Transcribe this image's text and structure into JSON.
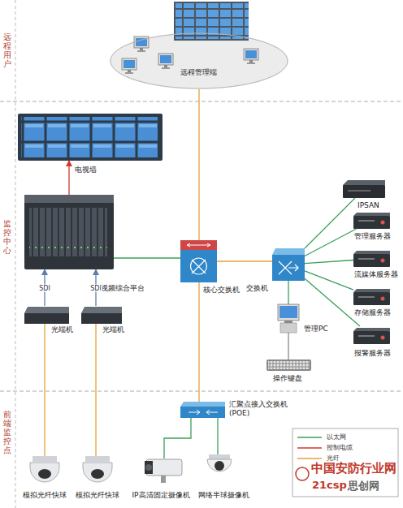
{
  "diagram": {
    "nodes": [
      {
        "text": [
          "远程管理端"
        ]
      },
      {
        "text": [
          "电视墙"
        ]
      },
      {
        "text": [
          "视频综合平台"
        ]
      },
      {
        "text": [
          "光端机"
        ]
      },
      {
        "text": [
          "光端机"
        ]
      },
      {
        "text": [
          "核心交换机"
        ]
      },
      {
        "text": [
          "交换机"
        ]
      },
      {
        "text": [
          "IPSAN"
        ]
      },
      {
        "text": [
          "管理服务器"
        ]
      },
      {
        "text": [
          "流媒体服务器"
        ]
      },
      {
        "text": [
          "存储服务器"
        ]
      },
      {
        "text": [
          "报警服务器"
        ]
      },
      {
        "text": [
          "管理PC"
        ]
      },
      {
        "text": [
          "操作键盘"
        ]
      },
      {
        "text": [
          "汇聚点接入交换机 (POE)"
        ]
      },
      {
        "text": [
          "模拟光纤快球"
        ]
      },
      {
        "text": [
          "模拟光纤快球"
        ]
      },
      {
        "text": [
          "IP高清固定摄像机"
        ]
      },
      {
        "text": [
          "网络半球摄像机"
        ]
      }
    ],
    "edges": [
      {
        "from": 0,
        "to": 5,
        "arrow": "none"
      },
      {
        "from": 2,
        "to": 1,
        "arrow": "to"
      },
      {
        "from": 3,
        "to": 2,
        "arrow": "to",
        "label": "SDI"
      },
      {
        "from": 4,
        "to": 2,
        "arrow": "to",
        "label": "SDI"
      },
      {
        "from": 2,
        "to": 5,
        "arrow": "none"
      },
      {
        "from": 5,
        "to": 6,
        "arrow": "none"
      },
      {
        "from": 6,
        "to": 7,
        "arrow": "none"
      },
      {
        "from": 6,
        "to": 8,
        "arrow": "none"
      },
      {
        "from": 6,
        "to": 9,
        "arrow": "none"
      },
      {
        "from": 6,
        "to": 10,
        "arrow": "none"
      },
      {
        "from": 6,
        "to": 11,
        "arrow": "none"
      },
      {
        "from": 6,
        "to": 12,
        "arrow": "none"
      },
      {
        "from": 12,
        "to": 13,
        "arrow": "none"
      },
      {
        "from": 5,
        "to": 14,
        "arrow": "none"
      },
      {
        "from": 14,
        "to": 17,
        "arrow": "none"
      },
      {
        "from": 14,
        "to": 18,
        "arrow": "none"
      },
      {
        "from": 15,
        "to": 3,
        "arrow": "none"
      },
      {
        "from": 16,
        "to": 4,
        "arrow": "none"
      }
    ],
    "labels": [
      "远程用户",
      "监控中心",
      "前端监控点",
      "中国安防行业网",
      "21csp",
      "思创网"
    ],
    "legend": [
      {
        "text": "以太网"
      },
      {
        "text": "控制电缆"
      },
      {
        "text": "光纤"
      }
    ]
  }
}
